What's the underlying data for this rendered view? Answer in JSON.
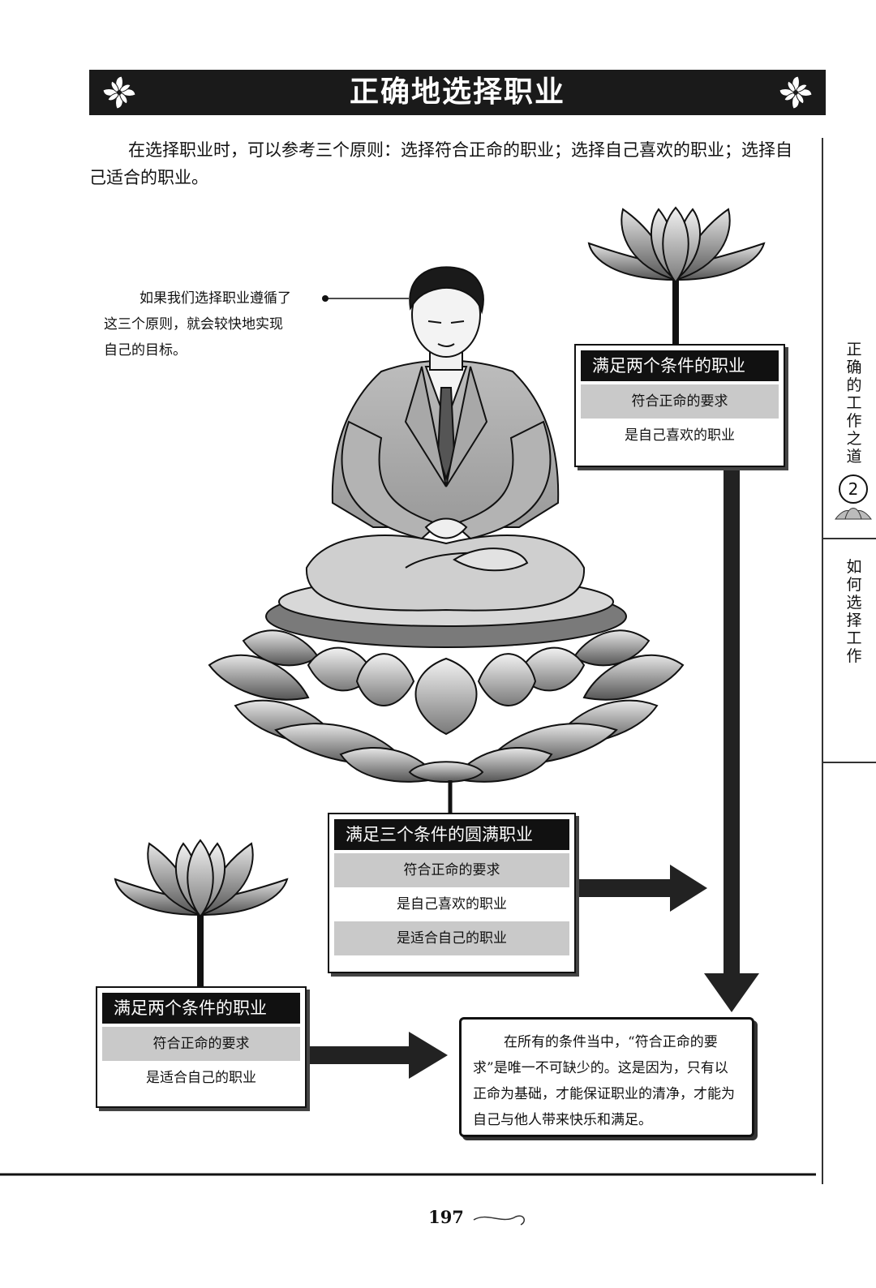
{
  "header": {
    "title": "正确地选择职业"
  },
  "intro": {
    "text": "在选择职业时，可以参考三个原则：选择符合正命的职业；选择自己喜欢的职业；选择自己适合的职业。"
  },
  "callout": {
    "line1": "如果我们选择职业遵循了",
    "line2": "这三个原则，就会较快地实现",
    "line3": "自己的目标。"
  },
  "box_top_right": {
    "title": "满足两个条件的职业",
    "rows": [
      "符合正命的要求",
      "是自己喜欢的职业"
    ]
  },
  "box_center": {
    "title": "满足三个条件的圆满职业",
    "rows": [
      "符合正命的要求",
      "是自己喜欢的职业",
      "是适合自己的职业"
    ]
  },
  "box_left": {
    "title": "满足两个条件的职业",
    "rows": [
      "符合正命的要求",
      "是适合自己的职业"
    ]
  },
  "conclusion": {
    "text": "在所有的条件当中，“符合正命的要求”是唯一不可缺少的。这是因为，只有以正命为基础，才能保证职业的清净，才能为自己与他人带来快乐和满足。"
  },
  "sidebar": {
    "chapter": "正确的工作之道",
    "chapter_number": "2",
    "section": "如何选择工作"
  },
  "footer": {
    "page_number": "197"
  }
}
